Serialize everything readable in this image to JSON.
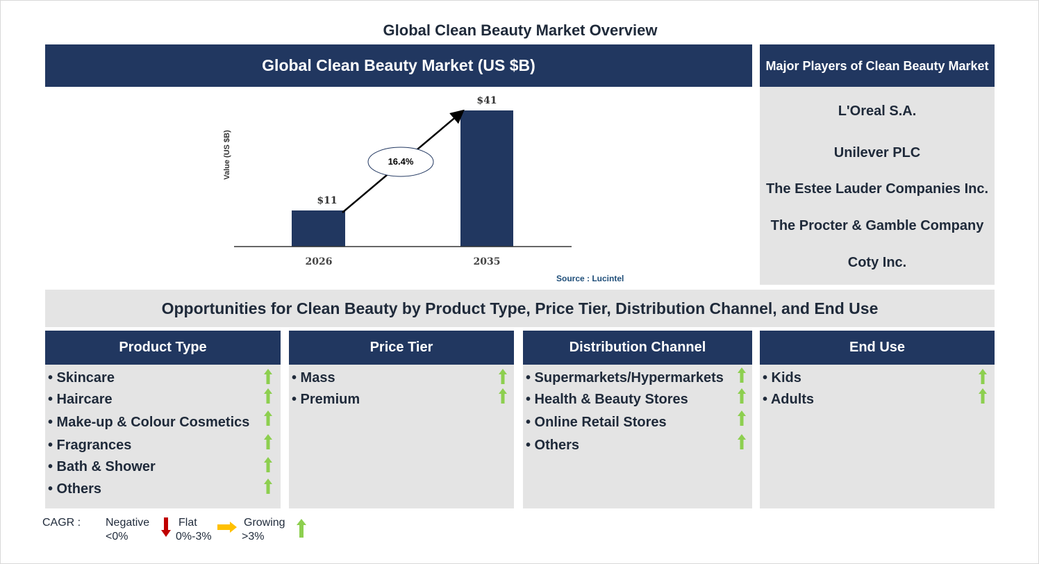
{
  "page_title": "Global Clean Beauty Market Overview",
  "chart_panel": {
    "title": "Global Clean Beauty Market (US $B)",
    "source": "Source : Lucintel"
  },
  "chart_data": {
    "type": "bar",
    "title": "Global Clean Beauty Market (US $B)",
    "categories": [
      "2026",
      "2035"
    ],
    "values": [
      11,
      41
    ],
    "value_labels": [
      "$11",
      "$41"
    ],
    "xlabel": "",
    "ylabel": "Value (US $B)",
    "annotation": "16.4%",
    "annotation_meaning": "CAGR growth arrow from 2026 to 2035",
    "bar_color": "#213760",
    "grid": false,
    "legend": null
  },
  "players": {
    "title": "Major Players of Clean Beauty Market",
    "items": [
      "L'Oreal S.A.",
      "Unilever PLC",
      "The Estee Lauder Companies Inc.",
      "The Procter & Gamble Company",
      "Coty Inc."
    ]
  },
  "opportunities": {
    "title": "Opportunities for Clean Beauty by Product Type, Price Tier, Distribution Channel, and End Use",
    "columns": [
      {
        "title": "Product Type",
        "items": [
          "• Skincare",
          "• Haircare",
          "• Make-up & Colour Cosmetics",
          "• Fragrances",
          "• Bath & Shower",
          "• Others"
        ]
      },
      {
        "title": "Price Tier",
        "items": [
          "• Mass",
          "• Premium"
        ]
      },
      {
        "title": "Distribution Channel",
        "items": [
          "• Supermarkets/Hypermarkets",
          "• Health & Beauty Stores",
          "• Online Retail Stores",
          "• Others"
        ]
      },
      {
        "title": "End Use",
        "items": [
          "• Kids",
          "• Adults"
        ]
      }
    ]
  },
  "legend": {
    "label": "CAGR :",
    "negative": "Negative",
    "negative_range": "<0%",
    "flat": "Flat",
    "flat_range": "0%-3%",
    "growing": "Growing",
    "growing_range": ">3%"
  },
  "colors": {
    "navy": "#213760",
    "panel_gray": "#e4e4e4",
    "up_green": "#8dcf4f",
    "flat_orange": "#ffc000",
    "down_red": "#c00000"
  }
}
